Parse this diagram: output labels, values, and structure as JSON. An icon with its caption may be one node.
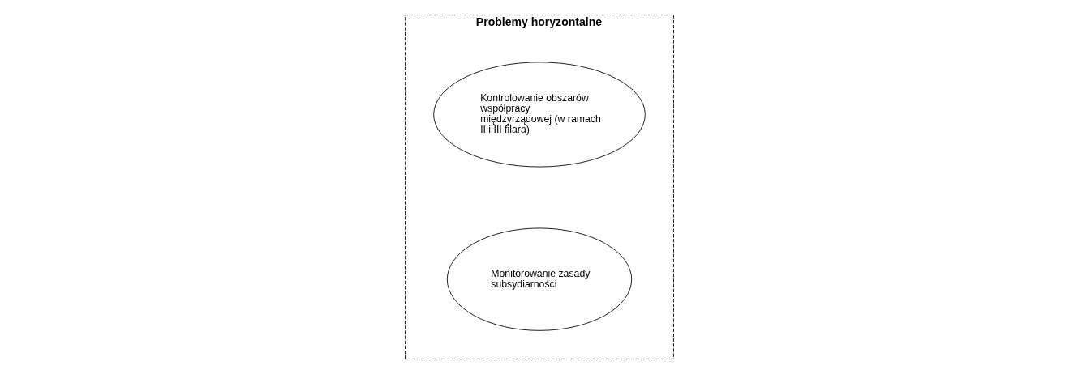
{
  "diagram": {
    "nodes": [
      {
        "text": [
          "Problemy horyzontalne"
        ]
      },
      {
        "text": [
          "Kontrolowanie obszarów współpracy międzyrządowej (w ramach II i III filara)"
        ],
        "in": 0
      },
      {
        "text": [
          "Monitorowanie zasady subsydiarności"
        ],
        "in": 0
      }
    ]
  }
}
